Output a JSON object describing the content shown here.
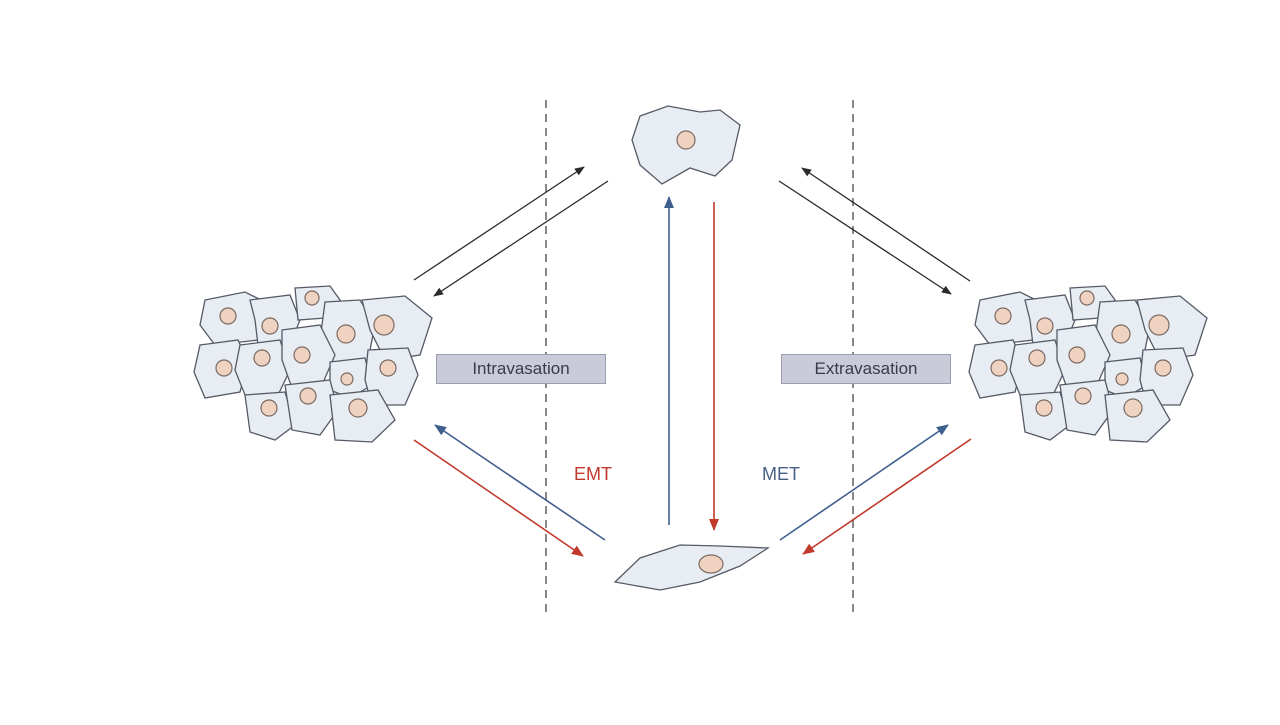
{
  "labels": {
    "intravasation": "Intravasation",
    "extravasation": "Extravasation",
    "emt": "EMT",
    "met": "MET"
  },
  "colors": {
    "black_arrow": "#2a2a2a",
    "red_arrow": "#c0392b",
    "blue_arrow": "#3f5f8f",
    "emt_text": "#c0392b",
    "met_text": "#4a5f85",
    "dashed_line": "#888888"
  }
}
